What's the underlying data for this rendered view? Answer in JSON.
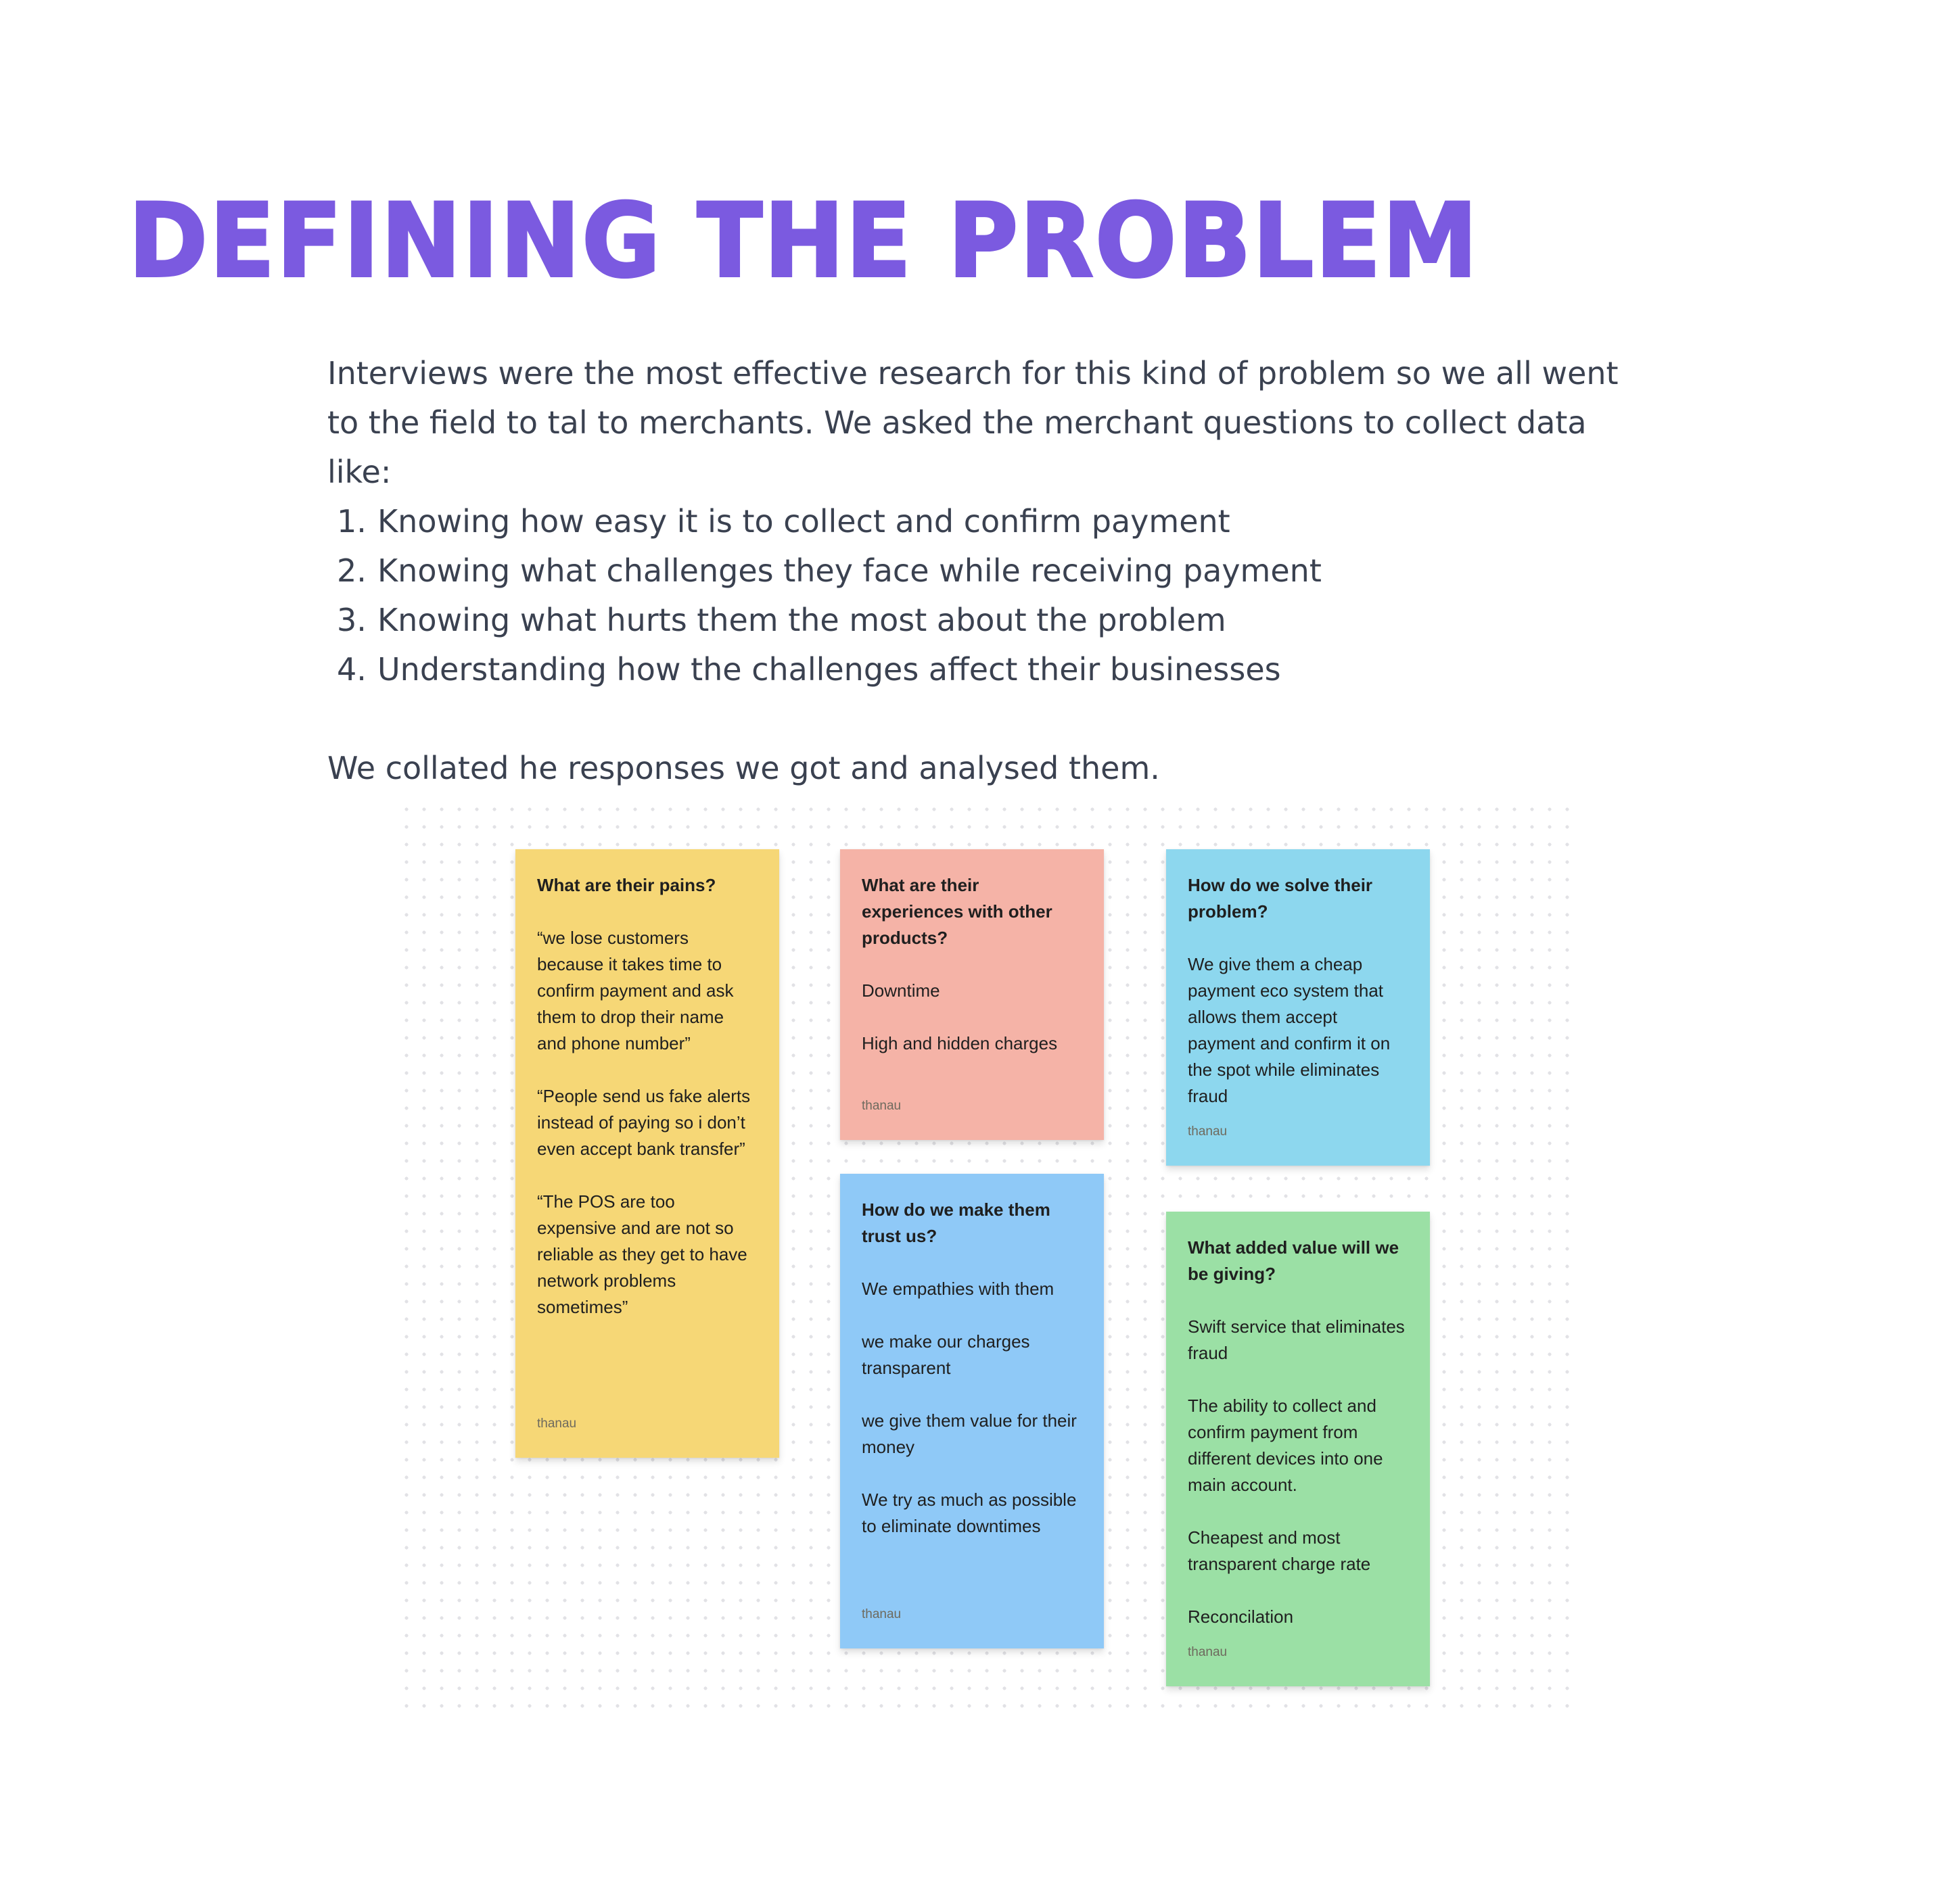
{
  "title": "DEFINING THE PROBLEM",
  "intro": {
    "paragraph": "Interviews were the most effective research for this kind of problem so we all went to the field to tal to merchants. We asked the merchant questions to collect data like:",
    "list": [
      {
        "num": "1.",
        "text": "Knowing how easy it is to collect and confirm payment"
      },
      {
        "num": "2.",
        "text": "Knowing what challenges they face while receiving payment"
      },
      {
        "num": "3.",
        "text": "Knowing what hurts them the most about the problem"
      },
      {
        "num": "4.",
        "text": "Understanding how the challenges affect their businesses"
      }
    ],
    "closing": "We collated he responses we got and analysed them."
  },
  "stickies": {
    "pains": {
      "color": "#f6d776",
      "heading": "What are their pains?",
      "lines": [
        "“we lose customers because it takes time to confirm payment and ask them to drop their name and phone number”",
        "“People send us fake alerts instead of paying so i don’t even accept bank transfer”",
        "“The POS are too expensive and are not so reliable as they get to have network problems sometimes”"
      ],
      "author": "thanau"
    },
    "experiences": {
      "color": "#f5b3a7",
      "heading": "What are their experiences with other products?",
      "lines": [
        "Downtime",
        "High and hidden charges"
      ],
      "author": "thanau"
    },
    "solve": {
      "color": "#8dd7ee",
      "heading": "How do we solve their problem?",
      "lines": [
        "We give them a cheap payment eco system that allows them accept payment and confirm it on the spot while eliminates fraud"
      ],
      "author": "thanau"
    },
    "trust": {
      "color": "#8fc9f7",
      "heading": "How do we make them trust us?",
      "lines": [
        "We empathies with them",
        "we make our charges transparent",
        "we give them value for their money",
        "We try as much as possible to eliminate downtimes"
      ],
      "author": "thanau"
    },
    "value": {
      "color": "#9be0a5",
      "heading": "What added value will we be giving?",
      "lines": [
        "Swift service that eliminates fraud",
        "The ability to collect and confirm payment from different devices into one main account.",
        "Cheapest and most transparent charge rate",
        "Reconcilation"
      ],
      "author": "thanau"
    }
  }
}
